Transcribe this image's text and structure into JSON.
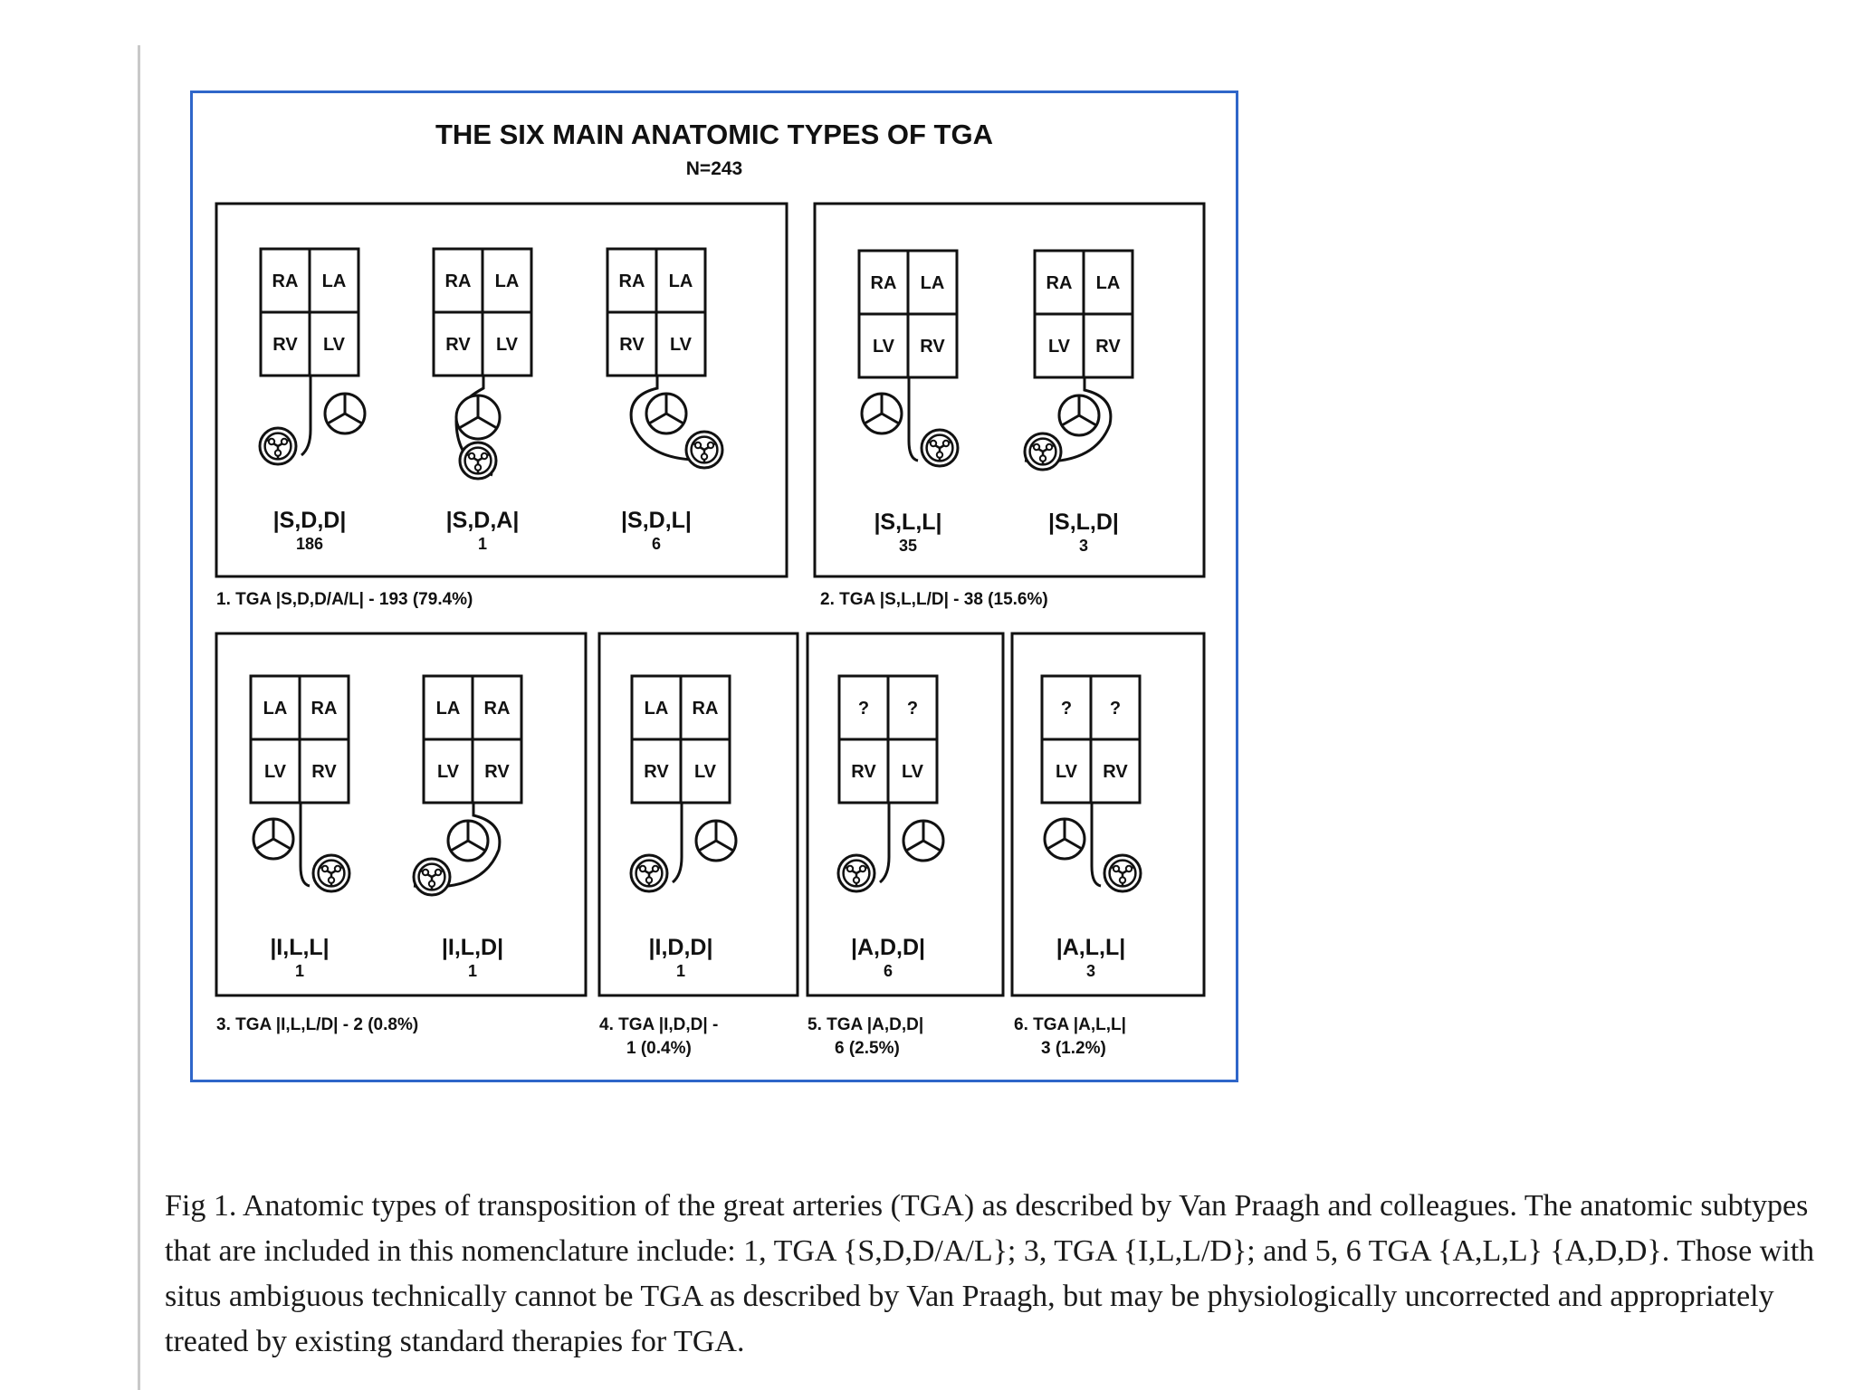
{
  "figure": {
    "title": "THE SIX MAIN ANATOMIC TYPES OF TGA",
    "n_label": "N=243",
    "line_color": "#111111",
    "frame_color": "#2f66c9",
    "groups": [
      {
        "caption": [
          "1. TGA |S,D,D/A/L| - 193 (79.4%)"
        ],
        "diagrams": [
          {
            "cells": [
              "RA",
              "LA",
              "RV",
              "LV"
            ],
            "notation": "|S,D,D|",
            "count": "186"
          },
          {
            "cells": [
              "RA",
              "LA",
              "RV",
              "LV"
            ],
            "notation": "|S,D,A|",
            "count": "1"
          },
          {
            "cells": [
              "RA",
              "LA",
              "RV",
              "LV"
            ],
            "notation": "|S,D,L|",
            "count": "6"
          }
        ]
      },
      {
        "caption": [
          "2. TGA |S,L,L/D| - 38 (15.6%)"
        ],
        "diagrams": [
          {
            "cells": [
              "RA",
              "LA",
              "LV",
              "RV"
            ],
            "notation": "|S,L,L|",
            "count": "35"
          },
          {
            "cells": [
              "RA",
              "LA",
              "LV",
              "RV"
            ],
            "notation": "|S,L,D|",
            "count": "3"
          }
        ]
      },
      {
        "caption": [
          "3. TGA |I,L,L/D| - 2 (0.8%)"
        ],
        "diagrams": [
          {
            "cells": [
              "LA",
              "RA",
              "LV",
              "RV"
            ],
            "notation": "|I,L,L|",
            "count": "1"
          },
          {
            "cells": [
              "LA",
              "RA",
              "LV",
              "RV"
            ],
            "notation": "|I,L,D|",
            "count": "1"
          }
        ]
      },
      {
        "caption": [
          "4. TGA |I,D,D| -",
          "1 (0.4%)"
        ],
        "diagrams": [
          {
            "cells": [
              "LA",
              "RA",
              "RV",
              "LV"
            ],
            "notation": "|I,D,D|",
            "count": "1"
          }
        ]
      },
      {
        "caption": [
          "5. TGA |A,D,D|",
          "6 (2.5%)"
        ],
        "diagrams": [
          {
            "cells": [
              "?",
              "?",
              "RV",
              "LV"
            ],
            "notation": "|A,D,D|",
            "count": "6"
          }
        ]
      },
      {
        "caption": [
          "6. TGA |A,L,L|",
          "3 (1.2%)"
        ],
        "diagrams": [
          {
            "cells": [
              "?",
              "?",
              "LV",
              "RV"
            ],
            "notation": "|A,L,L|",
            "count": "3"
          }
        ]
      }
    ]
  },
  "caption": "Fig 1. Anatomic types of transposition of the great arteries (TGA) as described by Van Praagh and colleagues. The anatomic subtypes that are included in this nomenclature include: 1, TGA {S,D,D/A/L}; 3, TGA {I,L,L/D}; and 5, 6 TGA {A,L,L} {A,D,D}. Those with situs ambiguous technically cannot be TGA as described by Van Praagh, but may be physiologically uncorrected and appropriately treated by existing standard therapies for TGA."
}
